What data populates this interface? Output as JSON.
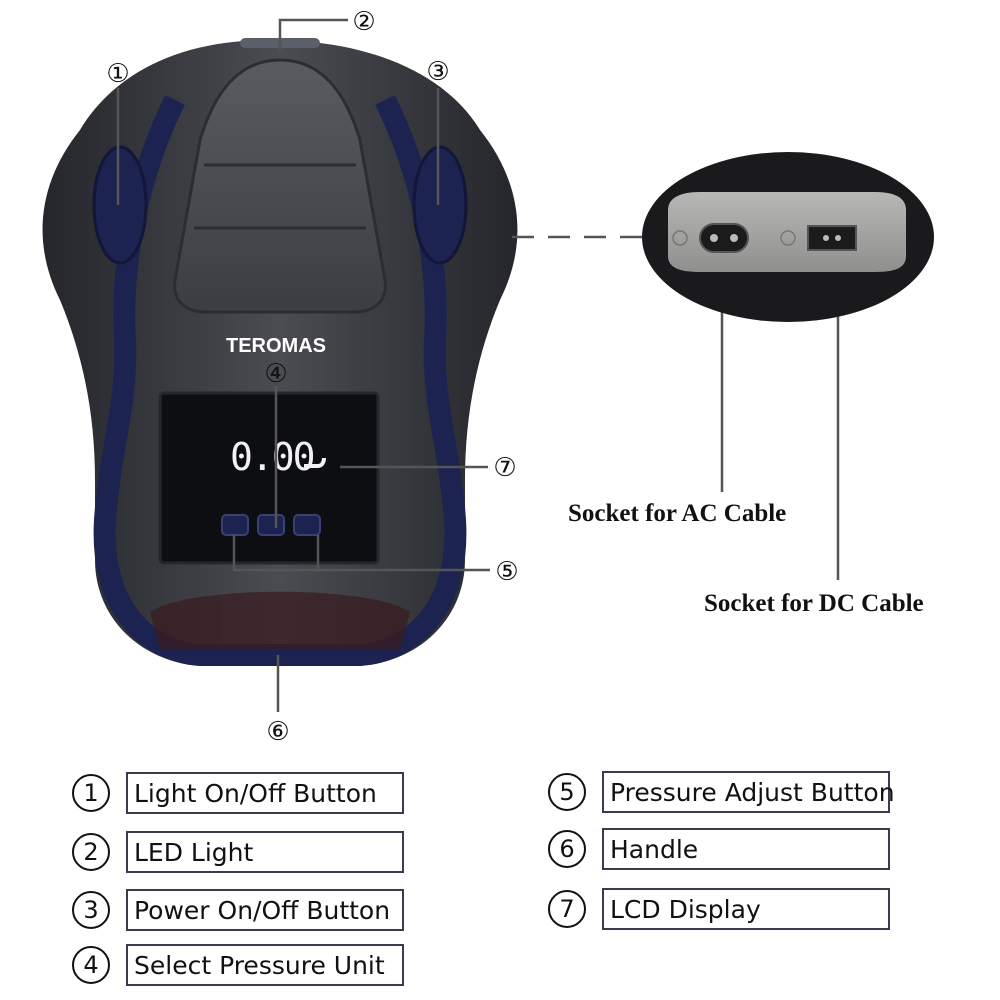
{
  "device": {
    "brand": "TEROMAS",
    "lcd_reading": "0.00",
    "colors": {
      "body": "#3a3c42",
      "trim": "#1c2350",
      "panel": "#4a4b50",
      "screen": "#0d0e12",
      "lcd_text": "#f2f2f2"
    }
  },
  "callouts": {
    "c1": "①",
    "c2": "②",
    "c3": "③",
    "c4": "④",
    "c5": "⑤",
    "c6": "⑥",
    "c7": "⑦"
  },
  "sockets": {
    "ac_label": "Socket for AC Cable",
    "dc_label": "Socket for DC Cable"
  },
  "legend": [
    {
      "num": "1",
      "label": "Light On/Off Button"
    },
    {
      "num": "2",
      "label": "LED Light"
    },
    {
      "num": "3",
      "label": "Power On/Off Button"
    },
    {
      "num": "4",
      "label": "Select Pressure Unit"
    },
    {
      "num": "5",
      "label": "Pressure Adjust Button"
    },
    {
      "num": "6",
      "label": "Handle"
    },
    {
      "num": "7",
      "label": "LCD Display"
    }
  ]
}
